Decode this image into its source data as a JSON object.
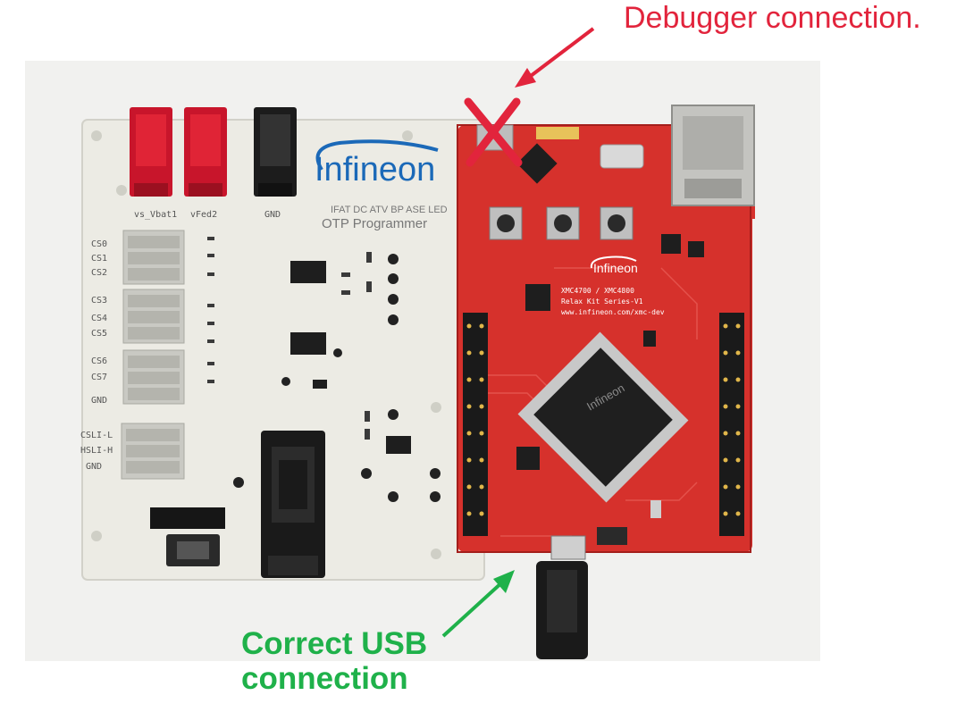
{
  "annotations": {
    "debugger_label": "Debugger connection.",
    "usb_label_line1": "Correct USB",
    "usb_label_line2": "connection",
    "debugger_color": "#e2243c",
    "usb_color": "#1fb14a"
  },
  "programmer_board": {
    "logo": "Infineon",
    "subtitle_line1": "IFAT DC ATV BP ASE LED",
    "subtitle_line2": "OTP Programmer",
    "terminal_labels": [
      "vs_Vbat1",
      "vFed2",
      "GND"
    ],
    "cs_labels": [
      "CS0",
      "CS1",
      "CS2",
      "CS3",
      "CS4",
      "CS5",
      "CS6",
      "CS7",
      "GND"
    ],
    "bus_labels": [
      "CSLI-L",
      "HSLI-H",
      "GND"
    ],
    "board_color": "#ecebe4"
  },
  "relax_kit": {
    "logo": "Infineon",
    "text_line1": "XMC4700 / XMC4800",
    "text_line2": "Relax Kit Series-V1",
    "text_line3": "www.infineon.com/xmc-dev",
    "board_color": "#d6312c"
  }
}
